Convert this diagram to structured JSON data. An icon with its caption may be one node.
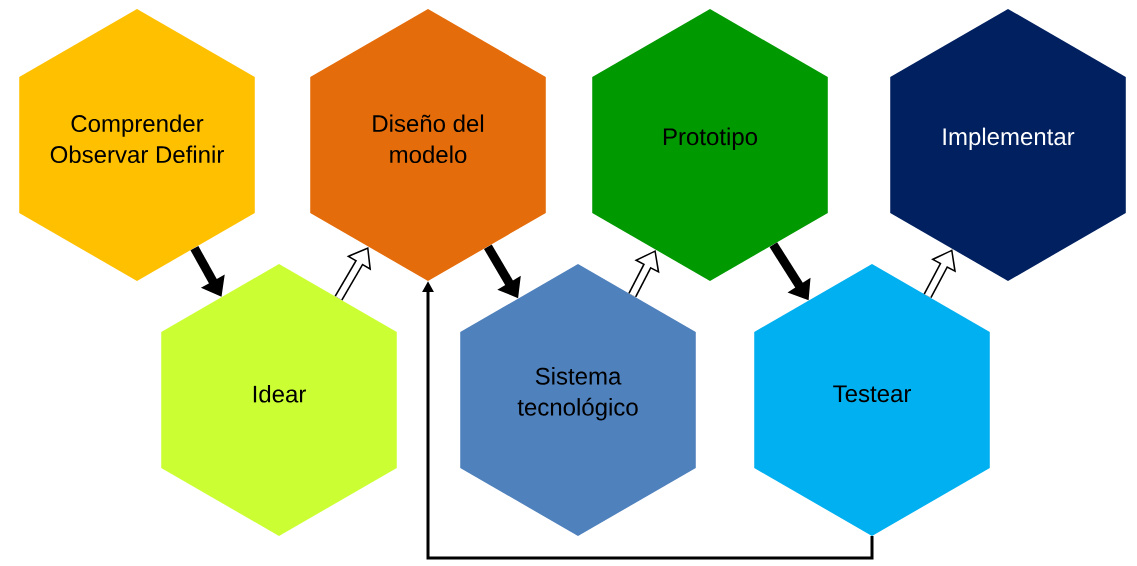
{
  "diagram": {
    "nodes": [
      {
        "text": [
          "Comprender Observar Definir"
        ]
      },
      {
        "text": [
          "Diseño del modelo"
        ]
      },
      {
        "text": [
          "Prototipo"
        ]
      },
      {
        "text": [
          "Implementar"
        ]
      },
      {
        "text": [
          "Idear"
        ]
      },
      {
        "text": [
          "Sistema tecnológico"
        ]
      },
      {
        "text": [
          "Testear"
        ]
      }
    ],
    "edges": [
      {
        "from": 0,
        "to": 4,
        "arrow": "to"
      },
      {
        "from": 4,
        "to": 1,
        "arrow": "to",
        "color": "#ffffff"
      },
      {
        "from": 1,
        "to": 5,
        "arrow": "to"
      },
      {
        "from": 5,
        "to": 2,
        "arrow": "to",
        "color": "#ffffff"
      },
      {
        "from": 2,
        "to": 6,
        "arrow": "to"
      },
      {
        "from": 6,
        "to": 3,
        "arrow": "to",
        "color": "#ffffff"
      },
      {
        "from": 6,
        "to": 1,
        "arrow": "to"
      }
    ]
  }
}
